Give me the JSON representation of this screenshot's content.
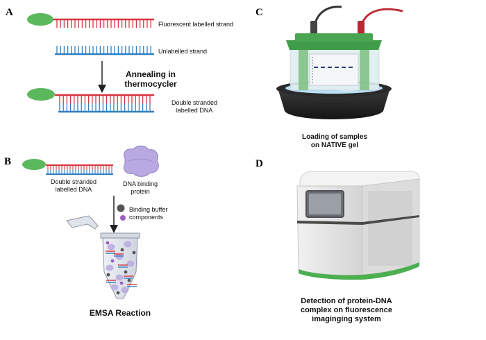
{
  "panels": {
    "a": {
      "letter": "A",
      "fluorescent_strand": "Fluorescent labelled strand",
      "unlabelled_strand": "Unlabelled strand",
      "annealing_line1": "Annealing in",
      "annealing_line2": "thermocycler",
      "double_line1": "Double stranded",
      "double_line2": "labelled DNA"
    },
    "b": {
      "letter": "B",
      "dna_line1": "Double stranded",
      "dna_line2": "labelled DNA",
      "protein_line1": "DNA binding",
      "protein_line2": "protein",
      "buffer_line1": "Binding buffer",
      "buffer_line2": "components",
      "reaction": "EMSA Reaction"
    },
    "c": {
      "letter": "C",
      "caption_line1": "Loading of samples",
      "caption_line2": "on NATIVE gel"
    },
    "d": {
      "letter": "D",
      "caption_line1": "Detection of protein-DNA",
      "caption_line2": "complex on fluorescence",
      "caption_line3": "imaginging system"
    }
  },
  "colors": {
    "label_green": "#5cb85c",
    "strand_red": "#d9333f",
    "strand_blue": "#2f7fc1",
    "protein_purple": "#b8a9e0",
    "gel_box_green": "#3f9c48",
    "instrument_grey": "#e4e4e4",
    "instrument_stripe": "#4caf50"
  }
}
